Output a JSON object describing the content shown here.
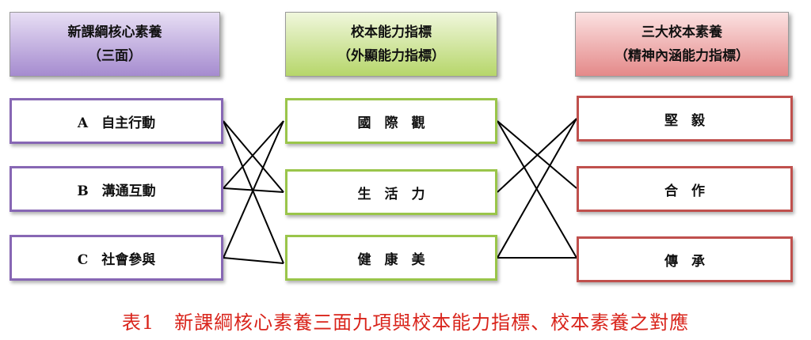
{
  "header_left": {
    "line1": "新課綱核心素養",
    "line2": "（三面）"
  },
  "header_middle": {
    "line1": "校本能力指標",
    "line2": "（外顯能力指標）"
  },
  "header_right": {
    "line1": "三大校本素養",
    "line2": "（精神內涵能力指標）"
  },
  "left_items": [
    "A　自主行動",
    "B　溝通互動",
    "C　社會參與"
  ],
  "middle_items": [
    "國　際　觀",
    "生　活　力",
    "健　康　美"
  ],
  "right_items": [
    "堅　毅",
    "合　作",
    "傳　承"
  ],
  "caption": "表1　新課綱核心素養三面九項與校本能力指標、校本素養之對應",
  "colors": {
    "purple": "#8767b4",
    "green": "#9ac54a",
    "red": "#c0504d",
    "caption": "#d9241b"
  }
}
